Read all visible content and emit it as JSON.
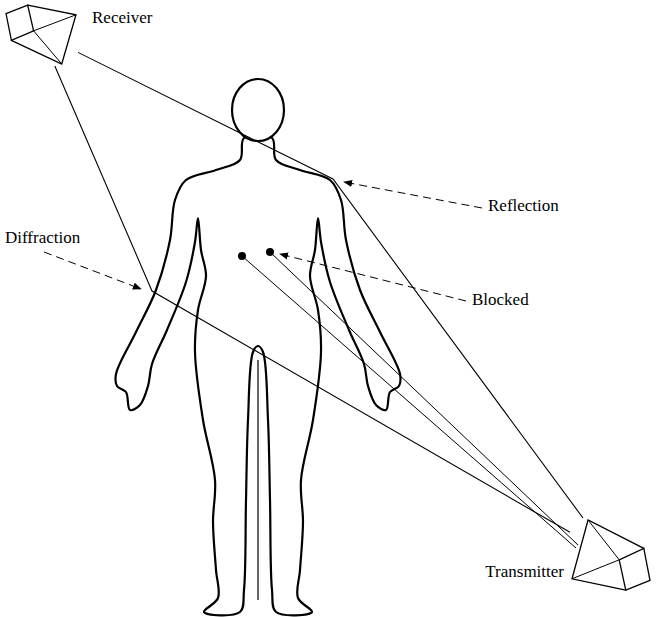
{
  "diagram": {
    "nodes": [
      {
        "text": [
          "Receiver"
        ]
      },
      {
        "text": [
          "Transmitter"
        ]
      }
    ],
    "edges": [
      {
        "from": 0,
        "to": 1,
        "arrow": "none"
      },
      {
        "from": 0,
        "to": 1,
        "arrow": "none"
      }
    ],
    "labels": [
      "Reflection",
      "Diffraction",
      "Blocked"
    ]
  }
}
